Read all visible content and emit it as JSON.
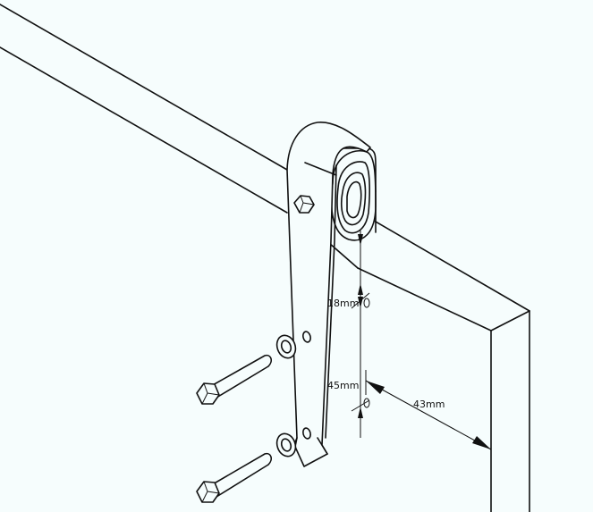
{
  "diagram": {
    "subject": "Sliding barn door roller hanger mounted on track rail over door panel",
    "colors": {
      "background": "#f6fdfd",
      "line": "#111111"
    },
    "components": [
      {
        "id": "track-rail",
        "label": ""
      },
      {
        "id": "roller-wheel",
        "label": ""
      },
      {
        "id": "hanger-strap",
        "label": ""
      },
      {
        "id": "hex-nut",
        "label": ""
      },
      {
        "id": "bolt-upper",
        "label": ""
      },
      {
        "id": "bolt-lower",
        "label": ""
      },
      {
        "id": "washer-upper",
        "label": ""
      },
      {
        "id": "washer-lower",
        "label": ""
      },
      {
        "id": "door-panel",
        "label": ""
      }
    ],
    "dimensions": {
      "rail_to_top_hole": "18mm",
      "hole_spacing": "45mm",
      "hole_to_door_edge": "43mm"
    }
  }
}
